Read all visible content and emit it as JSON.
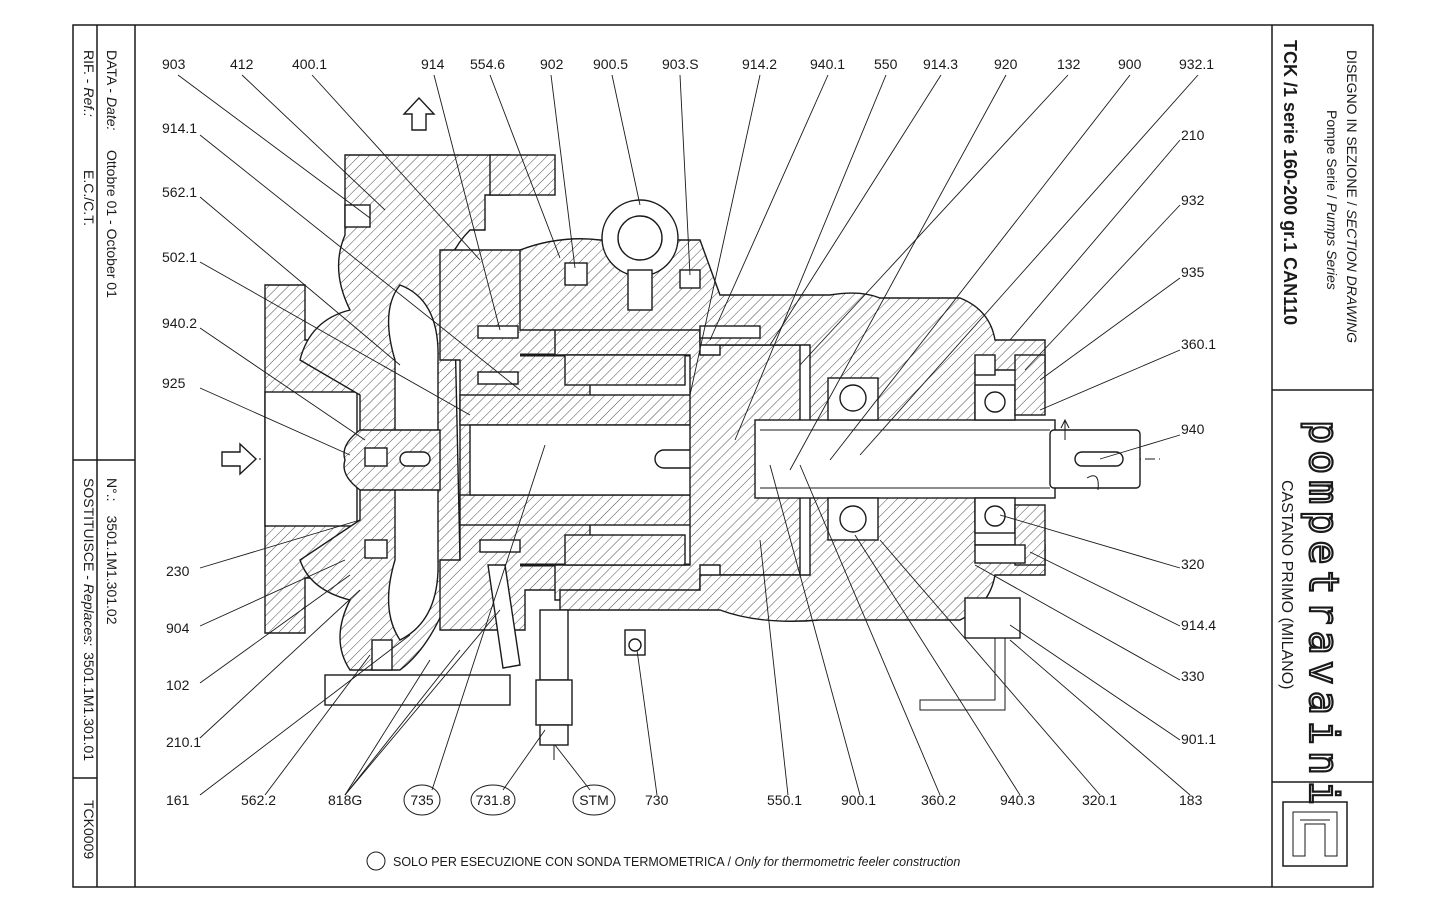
{
  "title_block": {
    "heading_line1_it": "DISEGNO IN SEZIONE / ",
    "heading_line1_en": "SECTION DRAWING",
    "heading_line2_it": "Pompe Serie / ",
    "heading_line2_en": "Pumps Series",
    "model": "TCK /1 serie 160-200 gr.1  CAN110",
    "brand": "pompetravaini",
    "location": "CASTANO PRIMO  (MILANO)"
  },
  "side_block": {
    "ref_label_it": "RIF. - ",
    "ref_label_en": "Ref.:",
    "ref_value": "E.C./C.T.",
    "date_label_it": "DATA - ",
    "date_label_en": "Date:",
    "date_value": "Ottobre 01 - October 01",
    "replaces_label_it": "SOSTITUISCE - ",
    "replaces_label_en": "Replaces:",
    "replaces_value": "3501.1M1.301.01",
    "number_label": "N°.:",
    "number_value": "3501.1M1.301.02",
    "drawing_code": "TCK0009"
  },
  "part_labels": {
    "top": [
      "903",
      "412",
      "400.1",
      "914",
      "554.6",
      "902",
      "900.5",
      "903.S",
      "914.2",
      "940.1",
      "550",
      "914.3",
      "920",
      "132",
      "900",
      "932.1"
    ],
    "left": [
      "914.1",
      "562.1",
      "502.1",
      "940.2",
      "925",
      "230",
      "904",
      "102",
      "210.1"
    ],
    "right": [
      "210",
      "932",
      "935",
      "360.1",
      "940",
      "320",
      "914.4",
      "330",
      "901.1"
    ],
    "bottom": [
      "161",
      "562.2",
      "818G",
      "735",
      "731.8",
      "STM",
      "730",
      "550.1",
      "900.1",
      "360.2",
      "940.3",
      "320.1",
      "183"
    ],
    "circled": [
      "735",
      "731.8",
      "STM"
    ]
  },
  "footnote": {
    "text_it": "SOLO PER ESECUZIONE CON SONDA TERMOMETRICA / ",
    "text_en": "Only for thermometric feeler construction"
  }
}
